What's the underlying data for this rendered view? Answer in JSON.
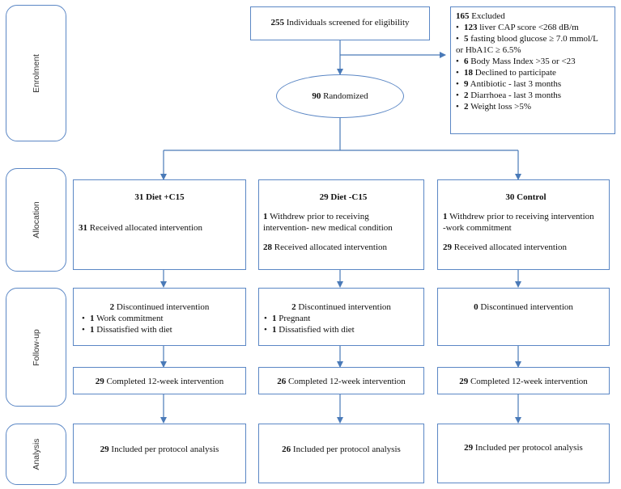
{
  "stages": {
    "enrollment": "Enrolment",
    "allocation": "Allocation",
    "followup": "Follow-up",
    "analysis": "Analysis"
  },
  "screened": {
    "count": "255",
    "text": "Individuals screened for eligibility"
  },
  "excluded": {
    "count": "165",
    "text": "Excluded",
    "reasons": [
      {
        "n": "123",
        "t": "liver CAP score <268 dB/m"
      },
      {
        "n": "5",
        "t": "fasting blood glucose ≥ 7.0 mmol/L"
      },
      {
        "n": "",
        "t": "or  HbA1C ≥ 6.5%"
      },
      {
        "n": "6",
        "t": "Body Mass Index >35 or <23"
      },
      {
        "n": "18",
        "t": "Declined to participate"
      },
      {
        "n": "9",
        "t": "Antibiotic - last 3 months"
      },
      {
        "n": "2",
        "t": "Diarrhoea - last 3 months"
      },
      {
        "n": "2",
        "t": "Weight loss >5%"
      }
    ]
  },
  "randomized": {
    "count": "90",
    "text": "Randomized"
  },
  "arms": [
    {
      "alloc_count": "31",
      "alloc_name": "Diet +C15",
      "alloc_lines": [
        {
          "n": "",
          "t": ""
        },
        {
          "n": "31",
          "t": "Received allocated intervention"
        }
      ],
      "fu_count": "2",
      "fu_text": "Discontinued intervention",
      "fu_items": [
        {
          "n": "1",
          "t": "Work commitment"
        },
        {
          "n": "1",
          "t": "Dissatisfied with diet"
        }
      ],
      "completed_count": "29",
      "completed_text": "Completed 12-week intervention",
      "analysis_count": "29",
      "analysis_text": "Included per protocol analysis"
    },
    {
      "alloc_count": "29",
      "alloc_name": "Diet -C15",
      "alloc_lines": [
        {
          "n": "1",
          "t": "Withdrew prior to receiving"
        },
        {
          "n": "",
          "t": "intervention- new medical condition"
        },
        {
          "n": "28",
          "t": "Received allocated intervention"
        }
      ],
      "fu_count": "2",
      "fu_text": "Discontinued intervention",
      "fu_items": [
        {
          "n": "1",
          "t": "Pregnant"
        },
        {
          "n": "1",
          "t": "Dissatisfied with diet"
        }
      ],
      "completed_count": "26",
      "completed_text": "Completed 12-week intervention",
      "analysis_count": "26",
      "analysis_text": "Included per protocol  analysis"
    },
    {
      "alloc_count": "30",
      "alloc_name": "Control",
      "alloc_lines": [
        {
          "n": "1",
          "t": "Withdrew prior to receiving intervention"
        },
        {
          "n": "",
          "t": "-work commitment"
        },
        {
          "n": "29",
          "t": "Received allocated intervention"
        }
      ],
      "fu_count": "0",
      "fu_text": "Discontinued intervention",
      "fu_items": [],
      "completed_count": "29",
      "completed_text": "Completed 12-week intervention",
      "analysis_count": "29",
      "analysis_text": "Included per protocol analysis"
    }
  ]
}
